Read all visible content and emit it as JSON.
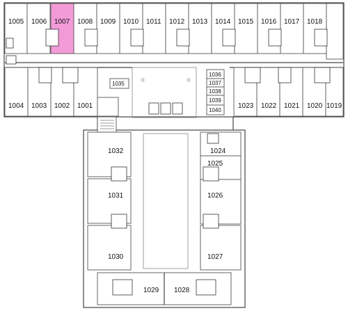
{
  "map": {
    "highlight_color": "#f39ad8",
    "highlighted_room": "1007",
    "rooms": {
      "r1005": "1005",
      "r1006": "1006",
      "r1007": "1007",
      "r1008": "1008",
      "r1009": "1009",
      "r1010": "1010",
      "r1011": "1011",
      "r1012": "1012",
      "r1013": "1013",
      "r1014": "1014",
      "r1015": "1015",
      "r1016": "1016",
      "r1017": "1017",
      "r1018": "1018",
      "r1004": "1004",
      "r1003": "1003",
      "r1002": "1002",
      "r1001": "1001",
      "r1035": "1035",
      "r1036": "1036",
      "r1037": "1037",
      "r1038": "1038",
      "r1039": "1039",
      "r1040": "1040",
      "r1023": "1023",
      "r1022": "1022",
      "r1021": "1021",
      "r1020": "1020",
      "r1019": "1019",
      "r1032": "1032",
      "r1031": "1031",
      "r1030": "1030",
      "r1029": "1029",
      "r1028": "1028",
      "r1027": "1027",
      "r1026": "1026",
      "r1025": "1025",
      "r1024": "1024"
    }
  }
}
